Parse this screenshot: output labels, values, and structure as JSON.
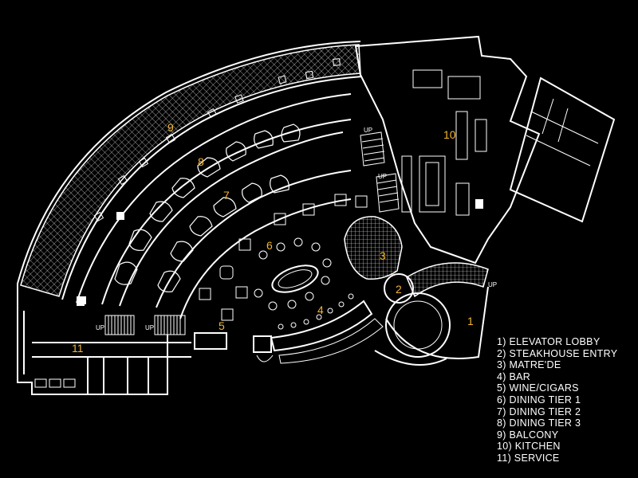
{
  "room_numbers": {
    "r1": "1",
    "r2": "2",
    "r3": "3",
    "r4": "4",
    "r5": "5",
    "r6": "6",
    "r7": "7",
    "r8": "8",
    "r9": "9",
    "r10": "10",
    "r11": "11"
  },
  "stair_labels": {
    "left": "UP",
    "middle": "UP",
    "kitchen_stair": "UP",
    "mid_stair": "UP",
    "entry_ramp": "UP"
  },
  "legend": [
    "1) ELEVATOR LOBBY",
    "2) STEAKHOUSE ENTRY",
    "3) MATRE'DE",
    "4) BAR",
    "5) WINE/CIGARS",
    "6) DINING TIER 1",
    "7) DINING TIER 2",
    "8) DINING TIER 3",
    "9) BALCONY",
    "10) KITCHEN",
    "11) SERVICE"
  ],
  "colors": {
    "background": "#000000",
    "linework": "#ffffff",
    "room_number": "#f2b531"
  }
}
